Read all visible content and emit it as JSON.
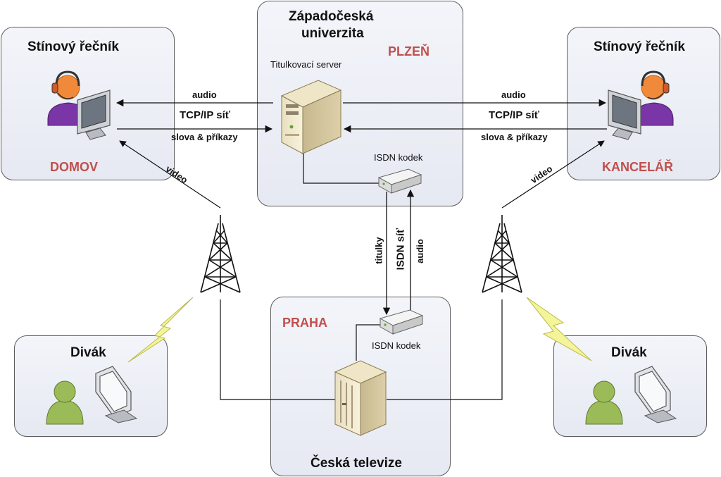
{
  "colors": {
    "box_fill": "#e8ebf3",
    "box_border": "#5c5c5c",
    "place_text": "#c0504d",
    "line": "#222222",
    "lightning": "#f2f28a",
    "person_green": "#9bbb59",
    "headset_person": "#7030a0"
  },
  "boxes": {
    "home": {
      "title": "Stínový řečník",
      "place": "DOMOV"
    },
    "office": {
      "title": "Stínový řečník",
      "place": "KANCELÁŘ"
    },
    "university": {
      "title_line1": "Západočeská",
      "title_line2": "univerzita",
      "place": "PLZEŇ",
      "server_label": "Titulkovací server",
      "codec_label": "ISDN kodek"
    },
    "prague": {
      "place": "PRAHA",
      "codec_label": "ISDN kodek",
      "title": "Česká televize"
    },
    "viewer_left": {
      "title": "Divák"
    },
    "viewer_right": {
      "title": "Divák"
    }
  },
  "links": {
    "left_audio": "audio",
    "left_tcpip": "TCP/IP síť",
    "left_words": "slova & příkazy",
    "right_audio": "audio",
    "right_tcpip": "TCP/IP síť",
    "right_words": "slova & příkazy",
    "video_left": "video",
    "video_right": "video",
    "subtitles": "titulky",
    "isdn": "ISDN síť",
    "audio_vertical": "audio"
  },
  "icons": [
    "headset-speaker-icon",
    "monitor-icon",
    "server-tower-icon",
    "isdn-codec-icon",
    "broadcast-tower-icon",
    "lightning-icon",
    "viewer-person-icon",
    "tv-server-icon"
  ]
}
